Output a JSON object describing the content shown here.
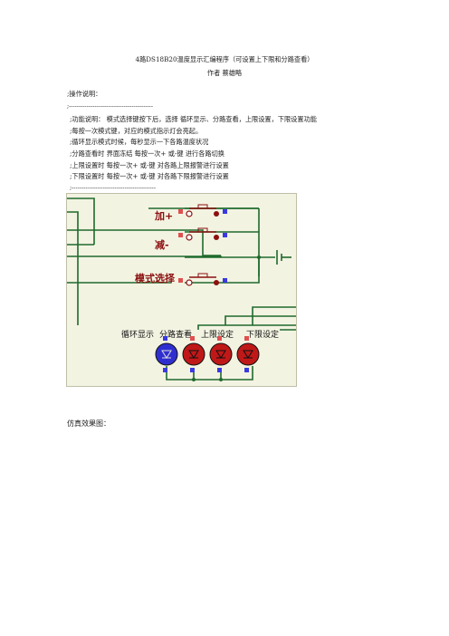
{
  "doc": {
    "title": "4路DS18B20温度显示汇编程序（可设置上下限和分路查看）",
    "author": "作者  蔡雄略",
    "ops_header": ";操作说明：",
    "sep1": ";-------------------------------------------",
    "lines": [
      ";功能说明：   模式选择键按下后，选择  循环显示、分路查看，上限设置，下限设置功能",
      ";每按一次模式键，对应的模式指示灯会亮起。",
      ";循环显示模式时候，每秒显示一下各路温度状况",
      ";分路查看时  界面冻结  每按一次+  或-键  进行各路切换",
      ";上限设置时  每按一次+  或-键  对各路上限报警进行设置",
      ";下限设置时  每按一次+  或-键  对各路下限报警进行设置"
    ],
    "sep2": ";-------------------------------------------",
    "sim_label": "仿真效果图："
  },
  "schematic": {
    "buttons": [
      "加+",
      "减-",
      "模式选择"
    ],
    "leds": [
      "循环显示",
      "分路查看",
      "上限设定",
      "下限设定"
    ],
    "colors": {
      "wire": "#1f6a2c",
      "label": "#8b1010",
      "led_on": "#2f2fd0",
      "led_off": "#c01818",
      "pin": "#3a3ae0",
      "node": "#e05050"
    }
  }
}
